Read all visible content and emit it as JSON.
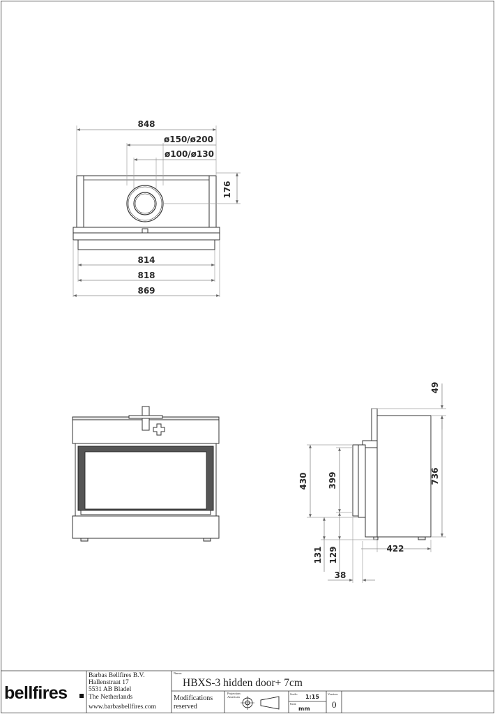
{
  "top_view": {
    "dims": {
      "overall_top": "848",
      "flue_outer": "ø150/ø200",
      "flue_inner": "ø100/ø130",
      "flue_offset": "176",
      "width_a": "814",
      "width_b": "818",
      "width_c": "869"
    }
  },
  "side_view": {
    "dims": {
      "top_offset": "49",
      "total_height": "736",
      "opening_outer": "430",
      "opening_inner": "399",
      "base_a": "131",
      "base_b": "129",
      "depth": "422",
      "door_depth": "38"
    }
  },
  "title_block": {
    "logo": "bellfires",
    "company": {
      "name": "Barbas Bellfires B.V.",
      "street": "Hallenstraat 17",
      "postcode": "5531 AB Bladel",
      "country": "The Netherlands",
      "website": "www.barbasbellfires.com"
    },
    "name_label": "Name:",
    "drawing_name": "HBXS-3 hidden door+ 7cm",
    "modifications_line1": "Modifications",
    "modifications_line2": "reserved",
    "projection_label": "Projection:",
    "projection_value": "American",
    "scale_label": "Scale:",
    "scale_value": "1:15",
    "unit_label": "Unit:",
    "unit_value": "mm",
    "version_label": "Version:",
    "version_value": "0"
  }
}
